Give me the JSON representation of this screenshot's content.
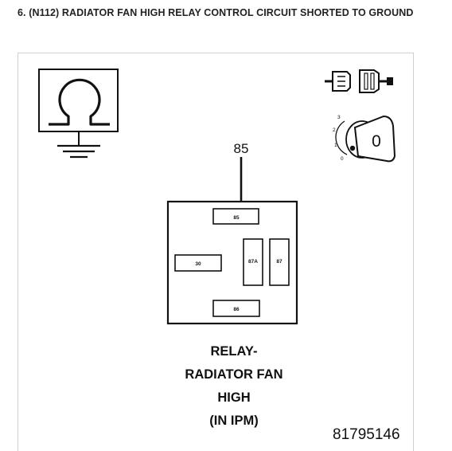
{
  "heading": "6. (N112) RADIATOR FAN HIGH RELAY CONTROL CIRCUIT SHORTED TO GROUND",
  "diagram": {
    "probe_pin_label": "85",
    "pins": {
      "pin_85": "85",
      "pin_30": "30",
      "pin_87a": "87A",
      "pin_87": "87",
      "pin_86": "86"
    },
    "ignition_switch": {
      "positions": [
        "3",
        "2",
        "1",
        "0"
      ],
      "key_position": "0"
    },
    "caption_lines": [
      "RELAY-",
      "RADIATOR FAN",
      "HIGH",
      "(IN IPM)"
    ],
    "figure_number": "81795146"
  }
}
